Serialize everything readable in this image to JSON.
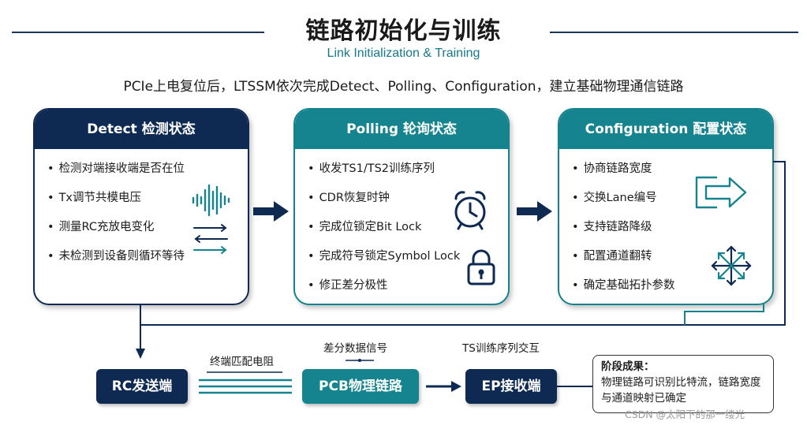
{
  "header": {
    "title": "链路初始化与训练",
    "subtitle": "Link Initialization & Training",
    "description": "PCIe上电复位后，LTSSM依次完成Detect、Polling、Configuration，建立基础物理通信链路"
  },
  "states": [
    {
      "title": "Detect 检测状态",
      "items": [
        "检测对端接收端是否在位",
        "Tx调节共模电压",
        "测量RC充放电变化",
        "未检测到设备则循环等待"
      ]
    },
    {
      "title": "Polling 轮询状态",
      "items": [
        "收发TS1/TS2训练序列",
        "CDR恢复时钟",
        "完成位锁定Bit Lock",
        "完成符号锁定Symbol Lock",
        "修正差分极性"
      ]
    },
    {
      "title": "Configuration 配置状态",
      "items": [
        "协商链路宽度",
        "交换Lane编号",
        "支持链路降级",
        "配置通道翻转",
        "确定基础拓扑参数"
      ]
    }
  ],
  "flow": {
    "rc": "RC发送端",
    "pcb": "PCB物理链路",
    "ep": "EP接收端",
    "termination_label": "终端匹配电阻",
    "diff_label": "差分数据信号",
    "ts_label": "TS训练序列交互"
  },
  "result": {
    "title": "阶段成果：",
    "text": "物理链路可识别比特流，链路宽度与通道映射已确定"
  },
  "watermark": "CSDN @太阳下的那一缕光",
  "colors": {
    "navy": "#0e2a52",
    "teal": "#16848f"
  },
  "icons": [
    "waveform-icon",
    "bidirectional-arrows-icon",
    "alarm-clock-icon",
    "padlock-icon",
    "lane-exchange-icon",
    "four-way-arrows-icon"
  ]
}
